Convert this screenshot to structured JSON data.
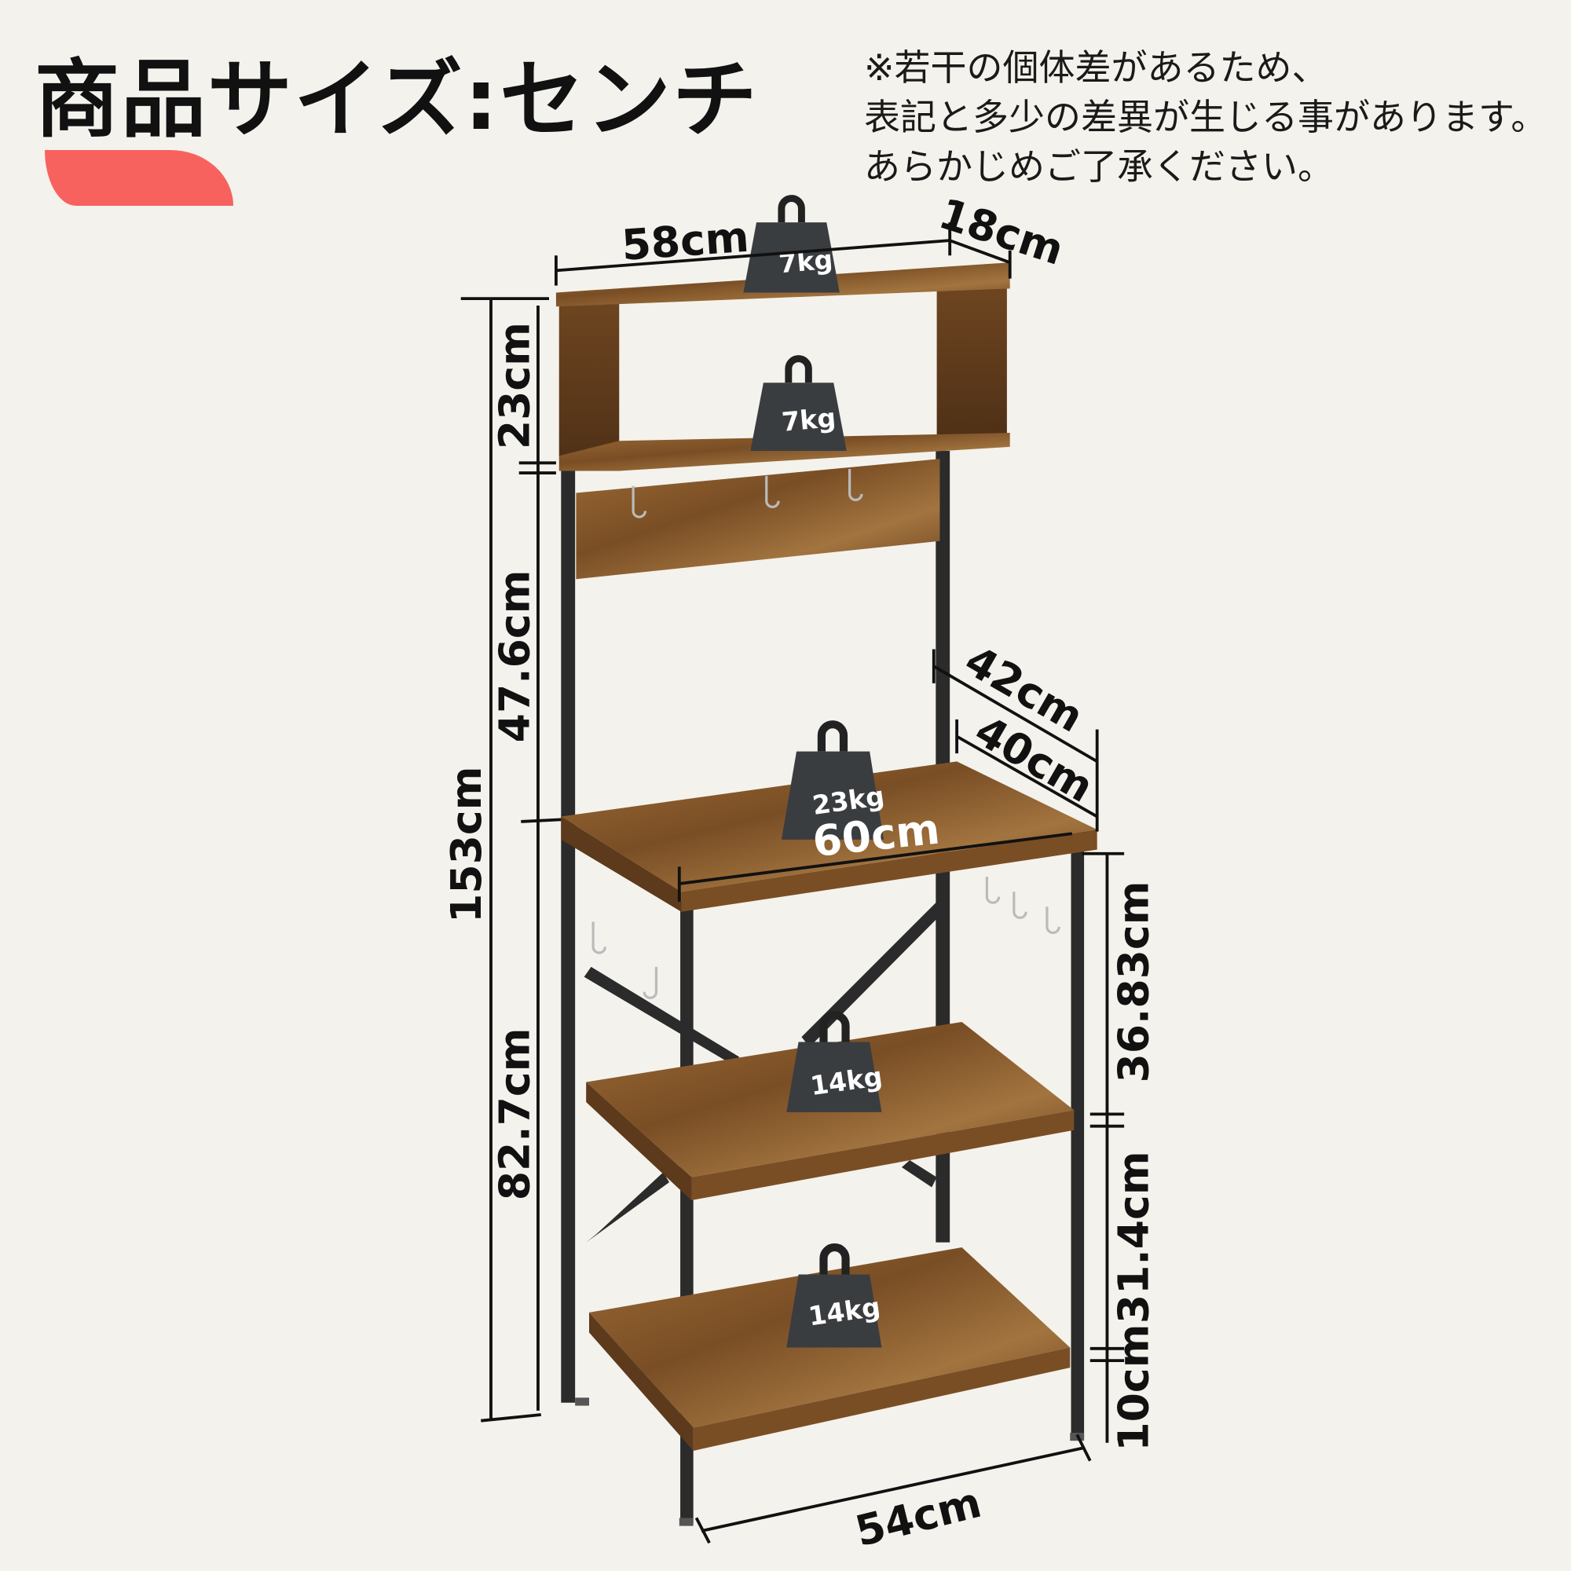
{
  "title": "商品サイズ:センチ",
  "note": {
    "lines": [
      "※若干の個体差があるため、",
      "表記と多少の差異が生じる事があります。",
      "あらかじめご了承ください。"
    ]
  },
  "colors": {
    "accent": "#f7625f",
    "background": "#f4f2ec",
    "wood": "#8a5a2b",
    "frame": "#2b2b2b",
    "weight": "#3a3d40"
  },
  "dimensions": {
    "top_width": "58cm",
    "top_depth": "18cm",
    "hutch_height": "23cm",
    "upper_height": "47.6cm",
    "total_height": "153cm",
    "lower_height": "82.7cm",
    "depth_outer": "42cm",
    "depth_inner": "40cm",
    "main_width": "60cm",
    "shelf_gap_1": "36.83cm",
    "shelf_gap_2": "31.4cm",
    "floor_clearance": "10cm",
    "base_width": "54cm"
  },
  "weights": {
    "top": "7kg",
    "hutch": "7kg",
    "main": "23kg",
    "middle": "14kg",
    "bottom": "14kg"
  }
}
